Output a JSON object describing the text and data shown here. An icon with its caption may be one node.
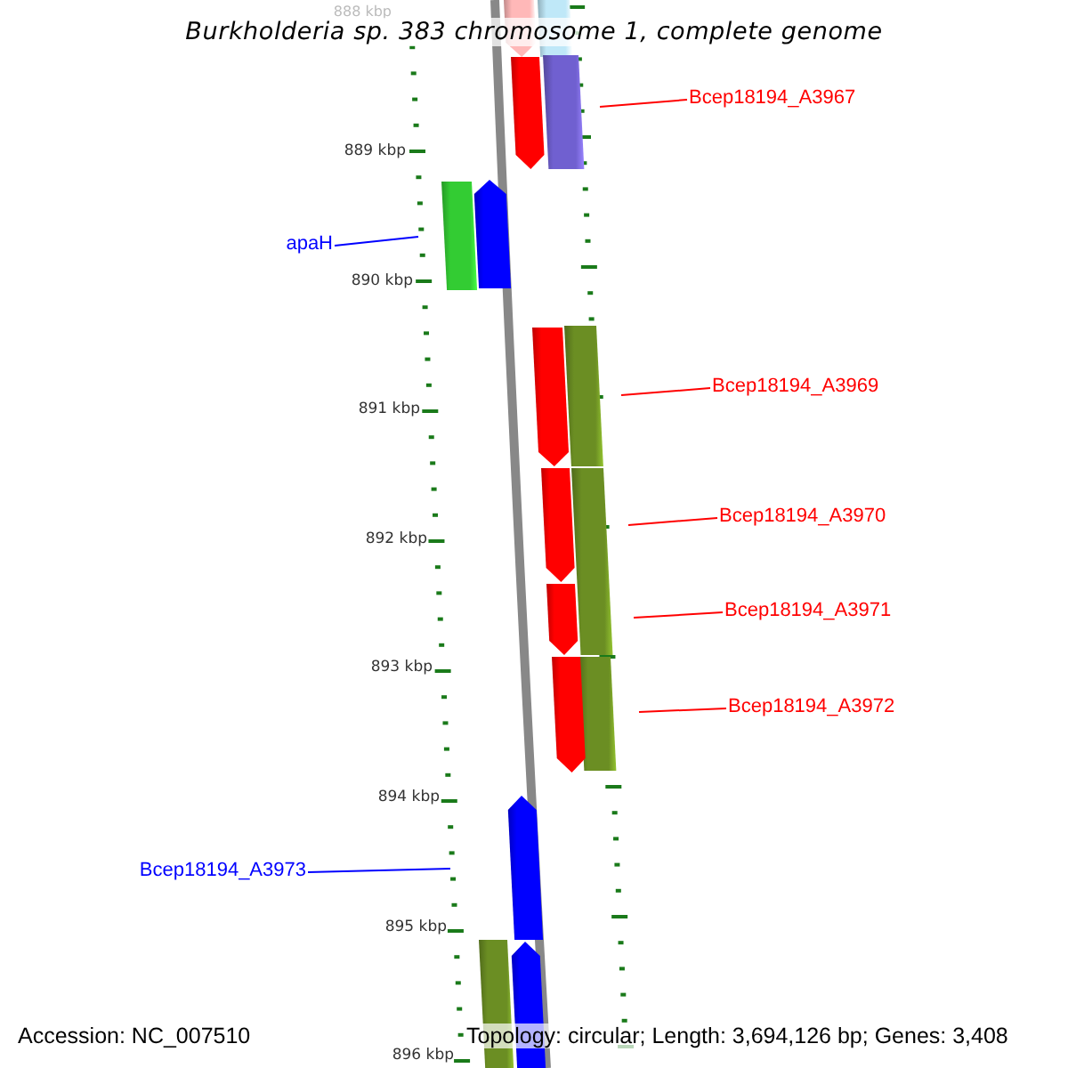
{
  "diagram": {
    "title": "Burkholderia sp. 383 chromosome 1, complete genome",
    "nodes": [
      {
        "text": [
          "Bcep18194_A3967"
        ]
      },
      {
        "text": [
          "apaH"
        ]
      },
      {
        "text": [
          "Bcep18194_A3969"
        ]
      },
      {
        "text": [
          "Bcep18194_A3970"
        ]
      },
      {
        "text": [
          "Bcep18194_A3971"
        ]
      },
      {
        "text": [
          "Bcep18194_A3972"
        ]
      },
      {
        "text": [
          "Bcep18194_A3973"
        ]
      }
    ],
    "edges": [
      {
        "from": 0,
        "to": null,
        "arrow": "none"
      },
      {
        "from": 1,
        "to": null,
        "arrow": "none",
        "color": "#0000ff"
      },
      {
        "from": 2,
        "to": null,
        "arrow": "none"
      },
      {
        "from": 3,
        "to": null,
        "arrow": "none"
      },
      {
        "from": 4,
        "to": null,
        "arrow": "none"
      },
      {
        "from": 5,
        "to": null,
        "arrow": "none"
      },
      {
        "from": 6,
        "to": null,
        "arrow": "none",
        "color": "#0000ff"
      }
    ],
    "labels": [
      "888 kbp",
      "889 kbp",
      "890 kbp",
      "891 kbp",
      "892 kbp",
      "893 kbp",
      "894 kbp",
      "895 kbp",
      "896 kbp",
      "Accession: NC_007510",
      "Topology: circular; Length: 3,694,126 bp; Genes: 3,408"
    ]
  }
}
